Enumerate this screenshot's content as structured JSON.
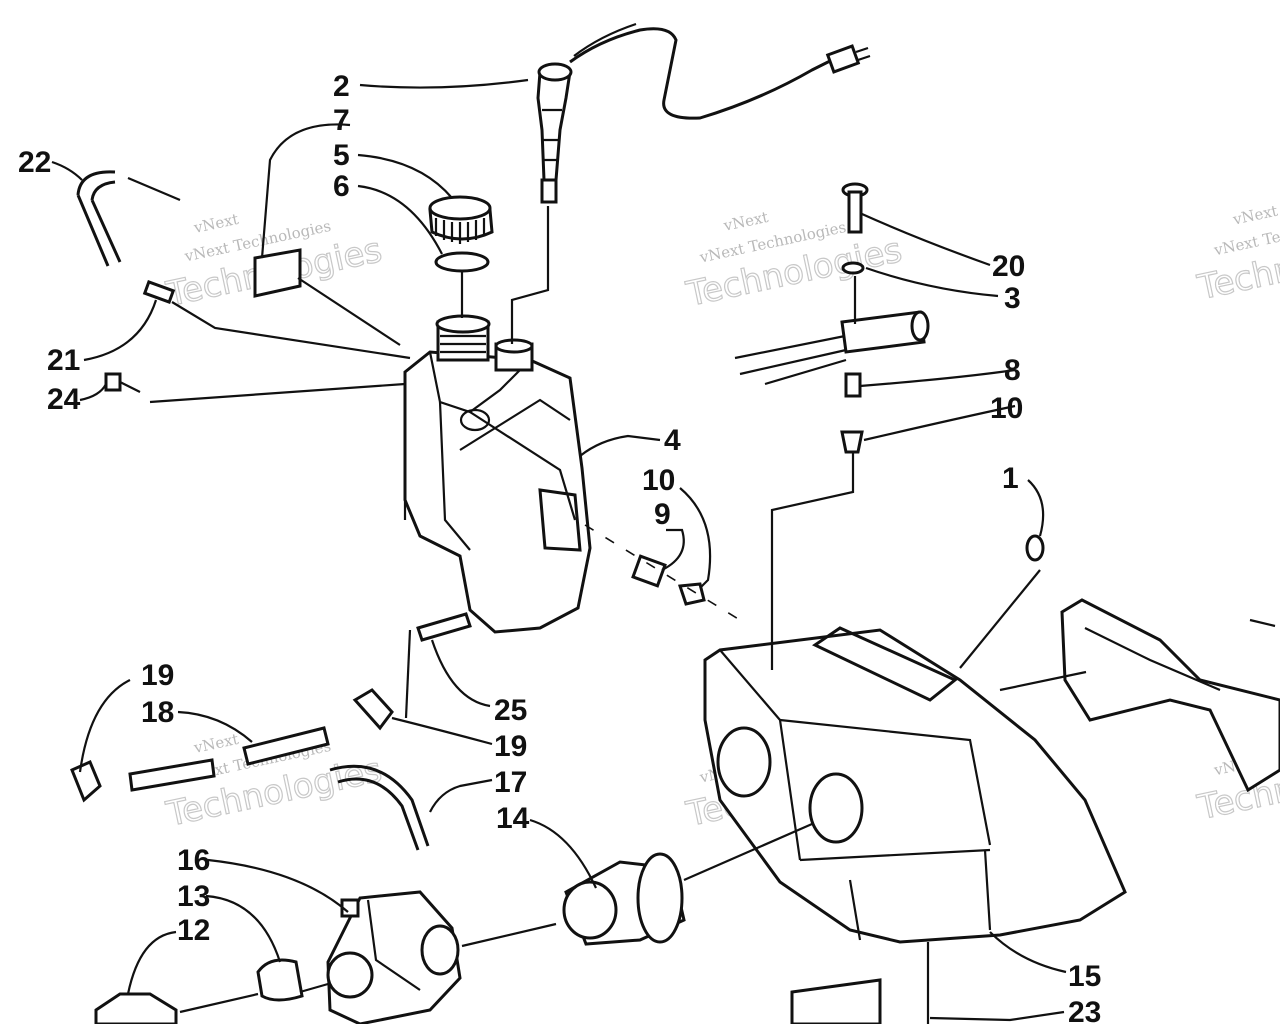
{
  "watermark": {
    "line1": "vNext Technologies",
    "line2": "Technologies",
    "small": "vNext Technologies",
    "top": "vNext"
  },
  "callouts": [
    "1",
    "2",
    "3",
    "4",
    "5",
    "6",
    "7",
    "8",
    "9",
    "10",
    "10",
    "12",
    "13",
    "14",
    "15",
    "16",
    "17",
    "18",
    "19",
    "19",
    "20",
    "21",
    "22",
    "23",
    "24",
    "25"
  ]
}
